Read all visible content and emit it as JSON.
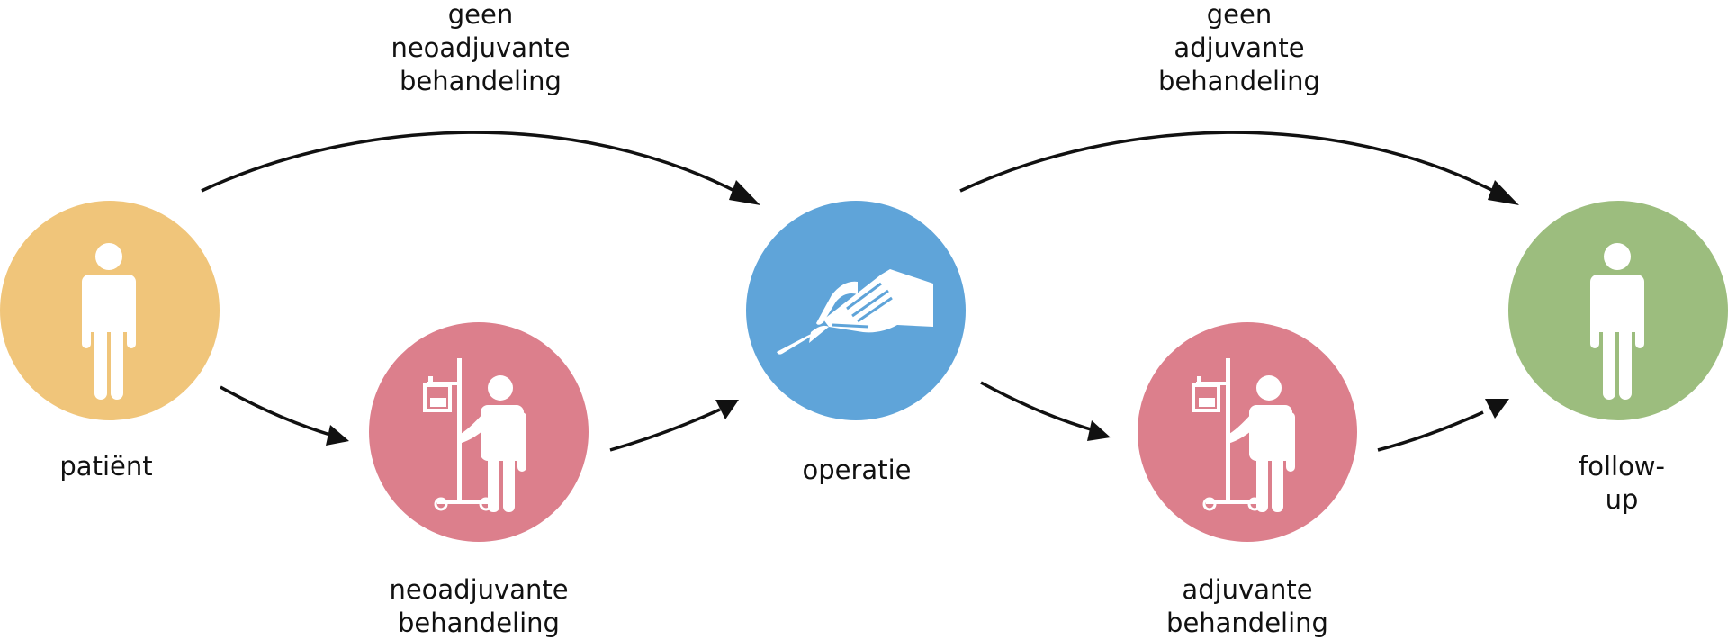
{
  "colors": {
    "patient": "#F0C57A",
    "neoadjuvant": "#DC7F8C",
    "operation": "#5FA4D9",
    "adjuvant": "#DC7F8C",
    "followup": "#9CBD7E",
    "arrow": "#111111"
  },
  "nodes": {
    "patient": {
      "label": "patiënt",
      "icon": "person-icon"
    },
    "neoadjuvant": {
      "label": "neoadjuvante\nbehandeling",
      "icon": "patient-iv-icon"
    },
    "operation": {
      "label": "operatie",
      "icon": "scalpel-hand-icon"
    },
    "adjuvant": {
      "label": "adjuvante\nbehandeling",
      "icon": "patient-iv-icon"
    },
    "followup": {
      "label": "follow-up",
      "icon": "person-icon"
    }
  },
  "edges": {
    "skip_neoadjuvant": {
      "label": "geen\nneoadjuvante\nbehandeling"
    },
    "skip_adjuvant": {
      "label": "geen\nadjuvante\nbehandeling"
    }
  }
}
